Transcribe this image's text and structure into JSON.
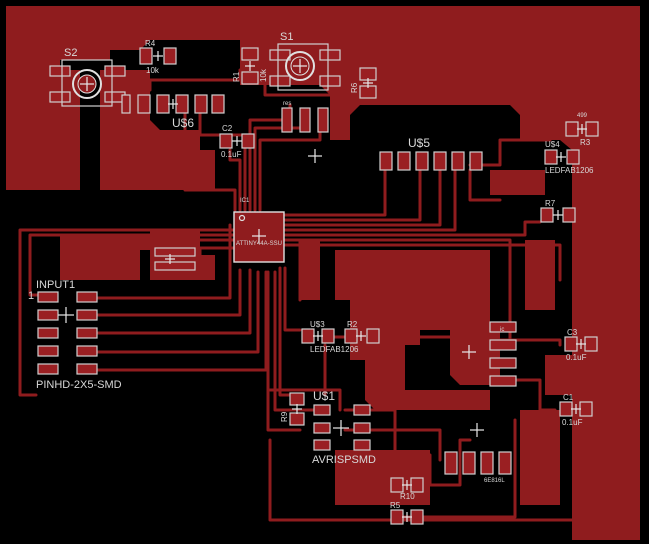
{
  "board": {
    "background_color": "#000000",
    "copper_color": "#8f1c1e",
    "silk_color": "#d8d8d8"
  },
  "labels": {
    "s2": "S2",
    "s1": "S1",
    "r4": "R4",
    "r4_value": "10k",
    "r1": "R1",
    "r1_value": "10k",
    "r6": "R6",
    "u6": "U$6",
    "c2": "C2",
    "c2_value": "0.1uF",
    "u5": "U$5",
    "r3_value": "499",
    "r3": "R3",
    "u4": "U$4",
    "u4_value": "LEDFAB1206",
    "r7": "R7",
    "ic1": "IC1",
    "ic1_value": "ATTINY44A-SSU",
    "input1": "INPUT1",
    "pin1": "1",
    "input1_value": "PINHD-2X5-SMD",
    "u3": "U$3",
    "u3_value": "LEDFAB1206",
    "r2": "R2",
    "c3": "C3",
    "c3_value": "0.1uF",
    "u1": "U$1",
    "u1_value": "AVRISPSMD",
    "r9": "R9",
    "c1": "C1",
    "c1_value": "0.1uF",
    "r10": "R10",
    "r5": "R5",
    "u2_value": "6E816L"
  }
}
